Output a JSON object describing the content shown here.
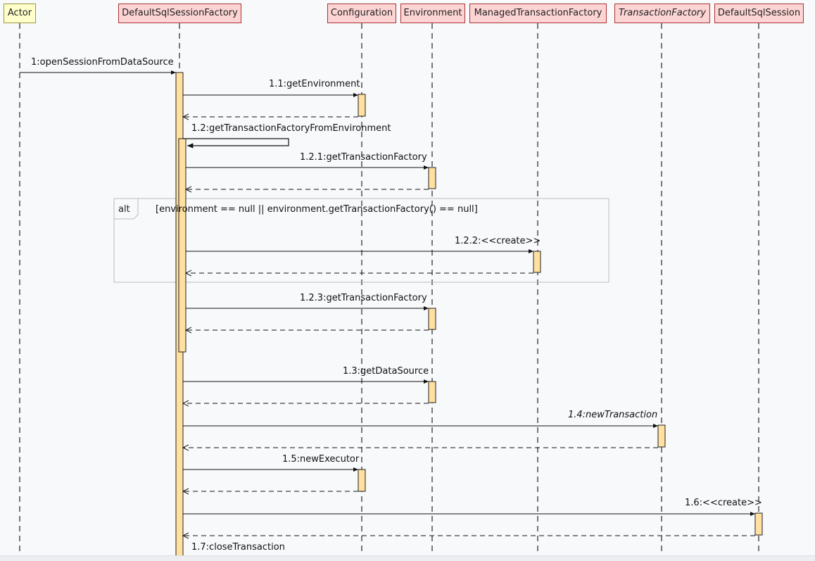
{
  "diagram": {
    "lifelines": [
      {
        "id": "actor",
        "label": "Actor",
        "kind": "actor"
      },
      {
        "id": "factory",
        "label": "DefaultSqlSessionFactory",
        "kind": "class"
      },
      {
        "id": "config",
        "label": "Configuration",
        "kind": "class"
      },
      {
        "id": "env",
        "label": "Environment",
        "kind": "class"
      },
      {
        "id": "mtf",
        "label": "ManagedTransactionFactory",
        "kind": "class"
      },
      {
        "id": "tf",
        "label": "TransactionFactory",
        "kind": "abstract"
      },
      {
        "id": "session",
        "label": "DefaultSqlSession",
        "kind": "class"
      }
    ],
    "messages": [
      {
        "label": "1:openSessionFromDataSource",
        "from": "actor",
        "to": "factory",
        "type": "call"
      },
      {
        "label": "1.1:getEnvironment",
        "from": "factory",
        "to": "config",
        "type": "call"
      },
      {
        "label": "",
        "from": "config",
        "to": "factory",
        "type": "return"
      },
      {
        "label": "1.2:getTransactionFactoryFromEnvironment",
        "from": "factory",
        "to": "factory",
        "type": "self"
      },
      {
        "label": "1.2.1:getTransactionFactory",
        "from": "factory",
        "to": "env",
        "type": "call"
      },
      {
        "label": "",
        "from": "env",
        "to": "factory",
        "type": "return"
      },
      {
        "label": "1.2.2:<<create>>",
        "from": "factory",
        "to": "mtf",
        "type": "call"
      },
      {
        "label": "",
        "from": "mtf",
        "to": "factory",
        "type": "return"
      },
      {
        "label": "1.2.3:getTransactionFactory",
        "from": "factory",
        "to": "env",
        "type": "call"
      },
      {
        "label": "",
        "from": "env",
        "to": "factory",
        "type": "return"
      },
      {
        "label": "1.3:getDataSource",
        "from": "factory",
        "to": "env",
        "type": "call"
      },
      {
        "label": "",
        "from": "env",
        "to": "factory",
        "type": "return"
      },
      {
        "label": "1.4:newTransaction",
        "from": "factory",
        "to": "tf",
        "type": "call",
        "italic": true
      },
      {
        "label": "",
        "from": "tf",
        "to": "factory",
        "type": "return"
      },
      {
        "label": "1.5:newExecutor",
        "from": "factory",
        "to": "config",
        "type": "call"
      },
      {
        "label": "",
        "from": "config",
        "to": "factory",
        "type": "return"
      },
      {
        "label": "1.6:<<create>>",
        "from": "factory",
        "to": "session",
        "type": "call"
      },
      {
        "label": "",
        "from": "session",
        "to": "factory",
        "type": "return"
      },
      {
        "label": "1.7:closeTransaction",
        "from": "factory",
        "to": "factory",
        "type": "self"
      }
    ],
    "fragment": {
      "operator": "alt",
      "guard": "[environment == null || environment.getTransactionFactory() == null]"
    },
    "colors": {
      "box_fill": "#fdd4d4",
      "box_border": "#aa3333",
      "actor_fill": "#ffffcc",
      "activation_fill": "#ffe0a0",
      "line": "#111111",
      "fragment_border": "#bbbbbb"
    }
  }
}
